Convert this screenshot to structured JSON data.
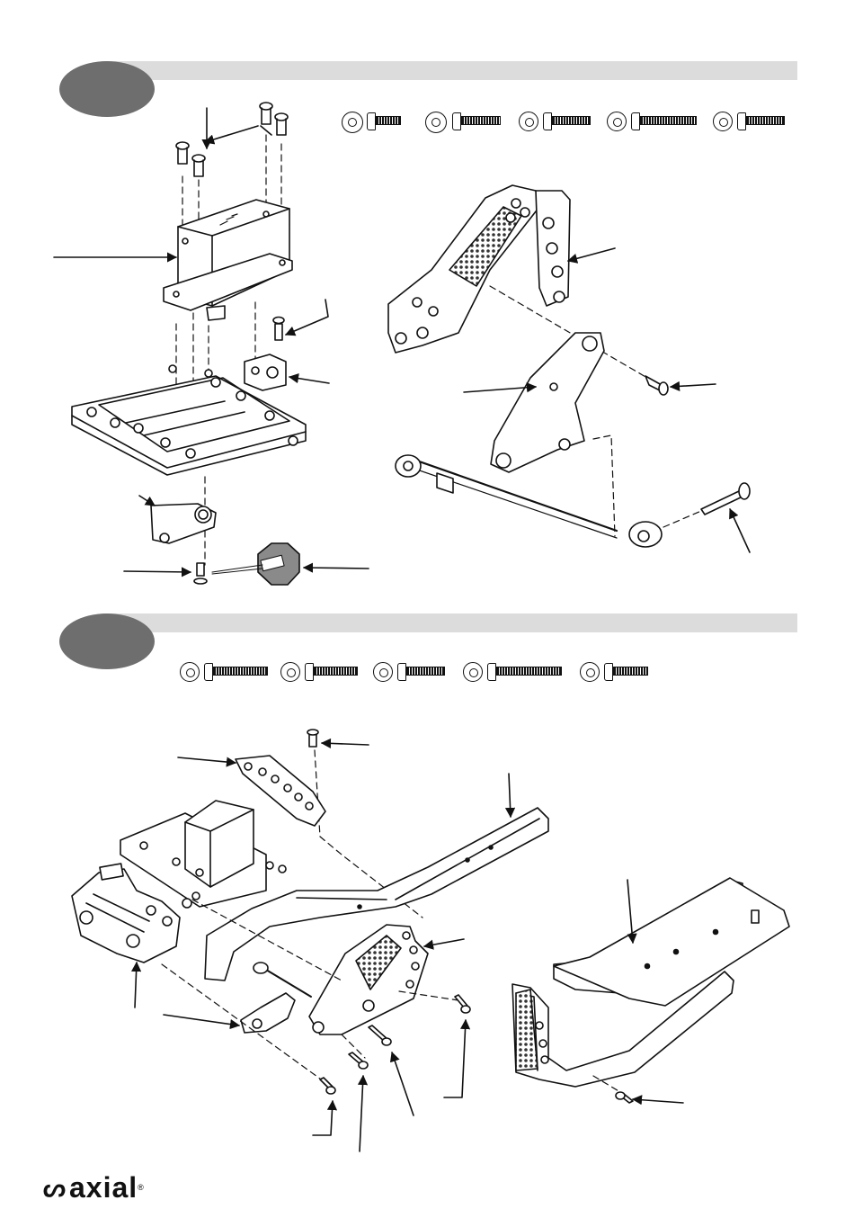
{
  "steps": [
    {
      "number": "",
      "hardware": [
        {
          "icon": "flat-head-screw-icon",
          "kind": "flat"
        },
        {
          "icon": "button-head-screw-icon",
          "kind": "button"
        },
        {
          "icon": "cap-screw-icon",
          "kind": "cap"
        },
        {
          "icon": "long-cap-screw-icon",
          "kind": "cap"
        },
        {
          "icon": "flat-head-screw-icon",
          "kind": "flat"
        }
      ]
    },
    {
      "number": "",
      "hardware": [
        {
          "icon": "flat-head-screw-icon",
          "kind": "flat"
        },
        {
          "icon": "flat-head-screw-icon",
          "kind": "flat"
        },
        {
          "icon": "flat-head-screw-icon",
          "kind": "flat"
        },
        {
          "icon": "long-cap-screw-icon",
          "kind": "cap"
        },
        {
          "icon": "cap-screw-icon",
          "kind": "cap"
        }
      ]
    }
  ],
  "thread_lock_icon": "threadlock-bottle-icon",
  "brand": {
    "logo_icon": "axial-logo-icon",
    "name": "axial",
    "registered": "®"
  },
  "colors": {
    "step_bar": "#dcdcdc",
    "step_badge": "#6e6e6e",
    "threadlock": "#8a8a8a",
    "line": "#111111"
  }
}
